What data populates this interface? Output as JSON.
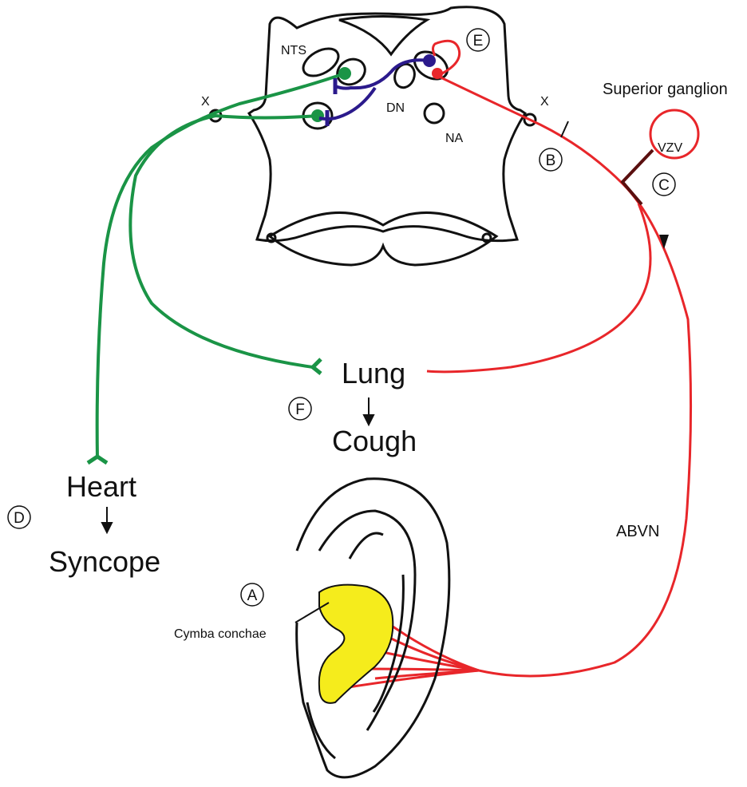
{
  "labels": {
    "nts": "NTS",
    "dn": "DN",
    "na": "NA",
    "x_left": "X",
    "x_right": "X",
    "superior_ganglion": "Superior ganglion",
    "vzv": "VZV",
    "abvn": "ABVN",
    "lung": "Lung",
    "cough": "Cough",
    "heart": "Heart",
    "syncope": "Syncope",
    "cymba_conchae": "Cymba conchae"
  },
  "markers": {
    "a": "A",
    "b": "B",
    "c": "C",
    "d": "D",
    "e": "E",
    "f": "F"
  },
  "colors": {
    "efferent": "#1a9446",
    "afferent": "#e8262a",
    "interneuron": "#2b1a8c",
    "cymba": "#f5ec1c",
    "outline": "#111111"
  }
}
